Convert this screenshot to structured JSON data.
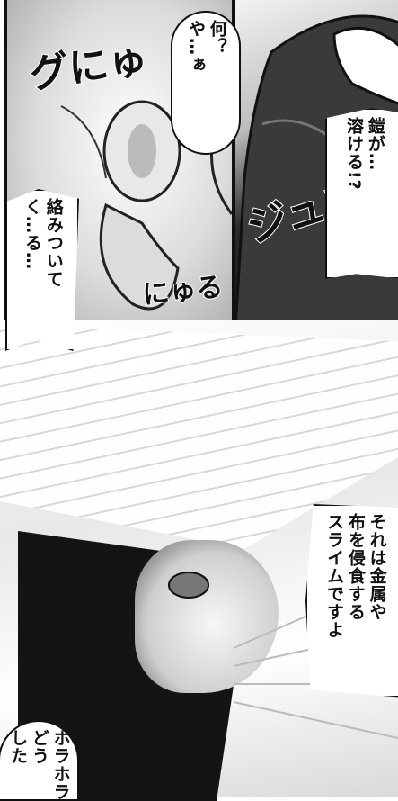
{
  "panels": {
    "top_left": {
      "sfx_top": "グにゅ",
      "sfx_bottom": "にゅる",
      "bubble_what": "何？\nや…ぁ",
      "bubble_tangle": "絡みついて\nく…る…"
    },
    "top_right": {
      "sfx": "ジュウ",
      "bubble_melt": "鎧が…\n溶ける!?"
    },
    "bottom": {
      "bubble_slime": "それは金属や\n布を侵食する\nスライムですよ",
      "bubble_hora": "ホラホラ\nどう\nした"
    }
  }
}
